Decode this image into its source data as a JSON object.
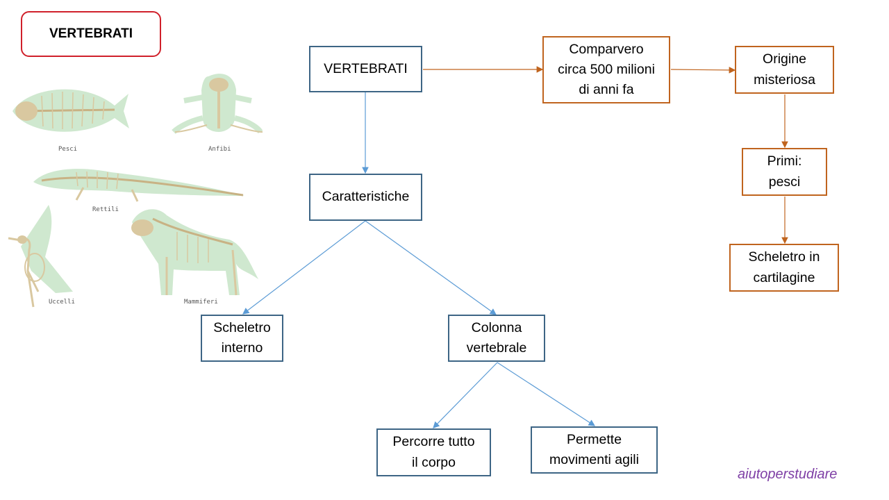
{
  "title": "VERTEBRATI",
  "watermark": "aiutoperstudiare",
  "illustration": {
    "captions": [
      "Pesci",
      "Anfibi",
      "Rettili",
      "Uccelli",
      "Mammiferi"
    ]
  },
  "nodes": {
    "vertebrati": "VERTEBRATI",
    "caratteristiche": "Caratteristiche",
    "scheletro_interno": "Scheletro\ninterno",
    "colonna_vertebrale": "Colonna\nvertebrale",
    "percorre": "Percorre tutto\nil corpo",
    "permette": "Permette\nmovimenti agili",
    "comparvero": "Comparvero\ncirca 500 milioni\ndi anni fa",
    "origine": "Origine\nmisteriosa",
    "primi_pesci": "Primi:\npesci",
    "scheletro_cartilagine": "Scheletro in\ncartilagine"
  },
  "colors": {
    "blue_line": "#5b9bd5",
    "blue_border": "#3d6585",
    "orange": "#c0641e",
    "title_border": "#d0202a",
    "watermark": "#7e3fa5",
    "skeleton_body": "#cfe8cf",
    "bone": "#d9c8a0"
  }
}
